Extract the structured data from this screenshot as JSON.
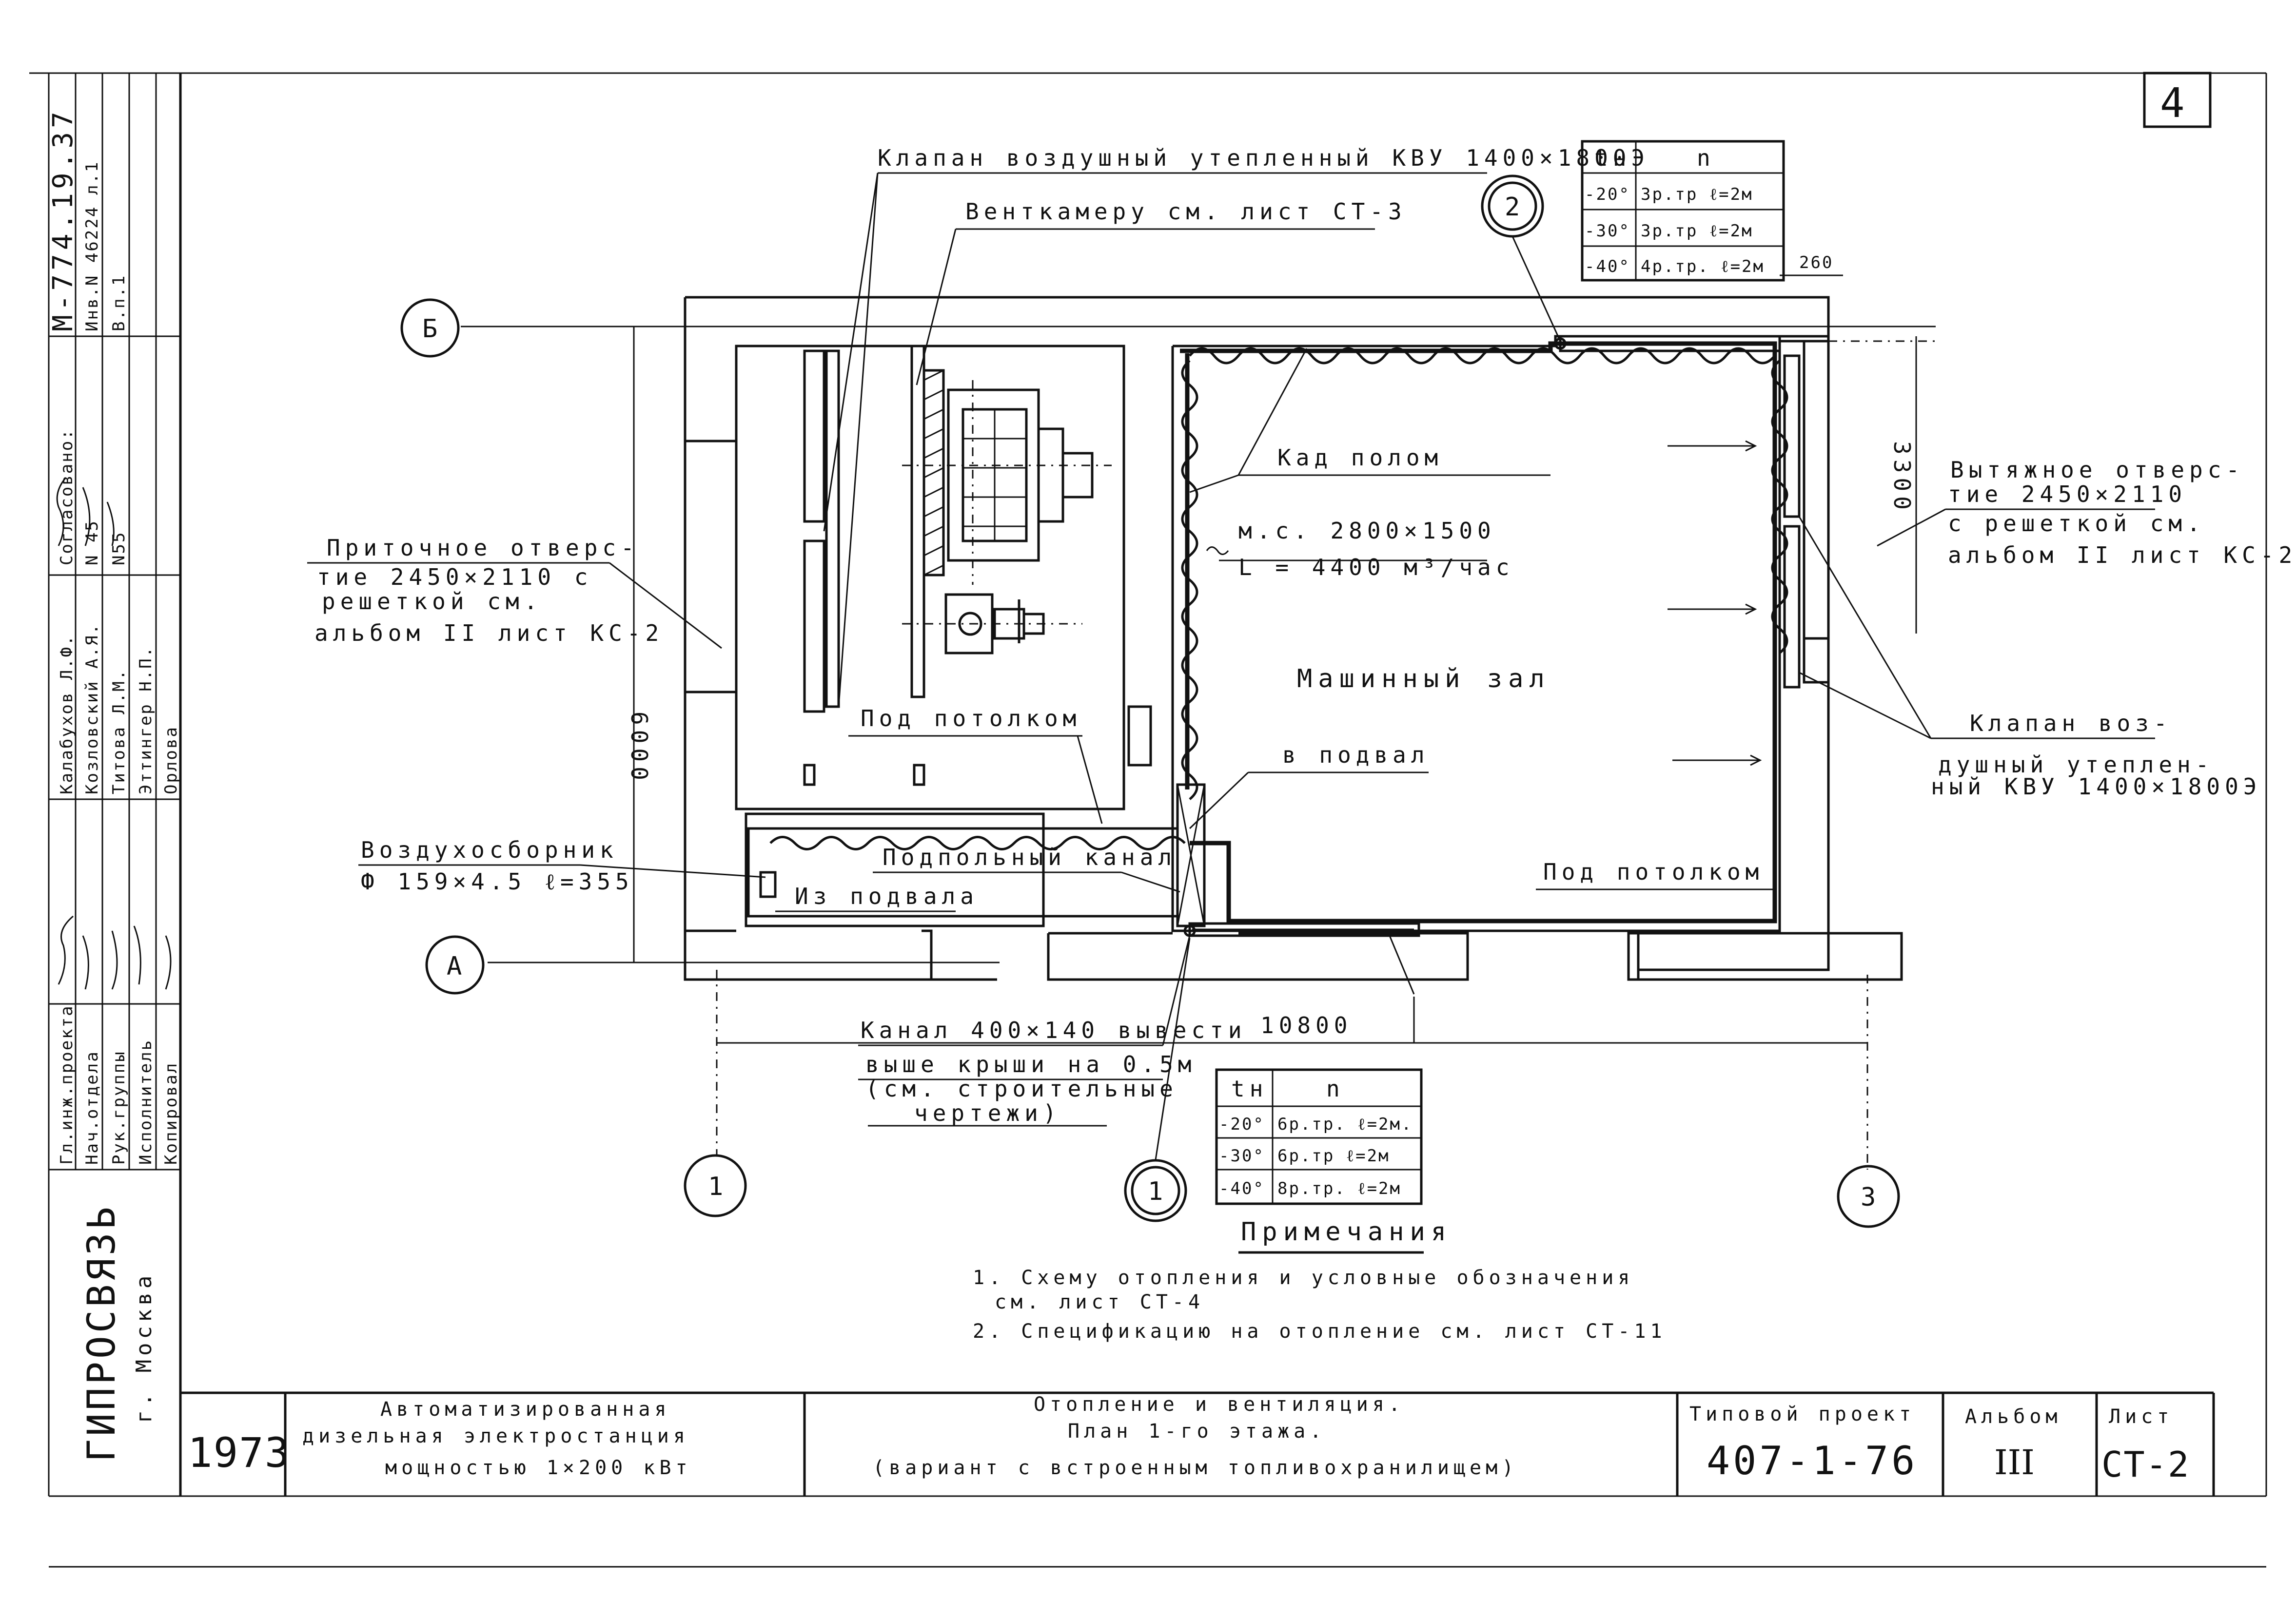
{
  "sheet_number": "4",
  "drawing": {
    "label_valve_top": "Клапан воздушный утепленный КВУ 1400×1800Э",
    "label_ventchamber": "Венткамеру см. лист СТ-3",
    "label_duct_under_floor": "Кад полом",
    "label_ms": "м.с. 2800×1500",
    "label_airflow": "L = 4400 м³/час",
    "label_machine_hall": "Машинный зал",
    "label_supply_opening": [
      "Приточное отверс-",
      "тие 2450×2110 с",
      "решеткой см.",
      "альбом II лист КС-2"
    ],
    "label_exhaust_opening": [
      "Вытяжное отверс-",
      "тие 2450×2110",
      "с решеткой см.",
      "альбом II лист КС-2"
    ],
    "label_valve_right": [
      "Клапан воз-",
      "душный утеплен-",
      "ный КВУ 1400×1800Э"
    ],
    "label_under_ceiling_1": "Под потолком",
    "label_to_basement": "в подвал",
    "label_air_collector": [
      "Воздухосборник",
      "Ф 159×4.5 ℓ=355"
    ],
    "label_floor_channel": "Подпольный канал",
    "label_from_basement": "Из подвала",
    "label_under_ceiling_2": "Под потолком",
    "label_channel": [
      "Канал 400×140 вывести",
      "выше крыши на 0.5м",
      "(см. строительные",
      "чертежи)"
    ],
    "dim_6000": "6000",
    "dim_3300": "3300",
    "dim_10800": "10800",
    "dim_260": "260",
    "axes": {
      "b": "Б",
      "a": "А",
      "one": "1",
      "three": "3"
    },
    "riser_top": "2",
    "riser_bottom": "1"
  },
  "table_top": {
    "headers": [
      "tн",
      "n"
    ],
    "rows": [
      [
        "-20°",
        "3р.тр ℓ=2м"
      ],
      [
        "-30°",
        "3р.тр ℓ=2м"
      ],
      [
        "-40°",
        "4р.тр. ℓ=2м"
      ]
    ]
  },
  "table_bottom": {
    "headers": [
      "tн",
      "n"
    ],
    "rows": [
      [
        "-20°",
        "6р.тр. ℓ=2м."
      ],
      [
        "-30°",
        "6р.тр ℓ=2м"
      ],
      [
        "-40°",
        "8р.тр. ℓ=2м"
      ]
    ]
  },
  "notes": {
    "title": "Примечания",
    "lines": [
      "1. Схему отопления и условные обозначения",
      "см. лист СТ-4",
      "2. Спецификацию на отопление см. лист СТ-11"
    ]
  },
  "side_stamp": {
    "code": "М-774.19.37",
    "inv": "Инв.N 46224",
    "inv_val": "л.1",
    "agreed": "Согласовано:",
    "v": "В.п.1",
    "n45": "N 45",
    "n55": "N55",
    "names": [
      "Калабухов Л.Ф.",
      "Козловский А.Я.",
      "Титова Л.М.",
      "Эттингер Н.П.",
      "Орлова"
    ],
    "roles": [
      "Гл.инж.проекта",
      "Нач.отдела",
      "Рук.группы",
      "Исполнитель",
      "Копировал"
    ],
    "org": "ГИПРОСВЯЗЬ",
    "city": "г. Москва"
  },
  "title_block": {
    "year": "1973",
    "object": [
      "Автоматизированная",
      "дизельная электростанция",
      "мощностью 1×200 кВт"
    ],
    "sheet_title": [
      "Отопление и вентиляция.",
      "План 1-го этажа.",
      "(вариант с встроенным топливохранилищем)"
    ],
    "project_label": "Типовой проект",
    "project_number": "407-1-76",
    "album_label": "Альбом",
    "album_value": "III",
    "sheet_label": "Лист",
    "sheet_value": "СТ-2"
  }
}
